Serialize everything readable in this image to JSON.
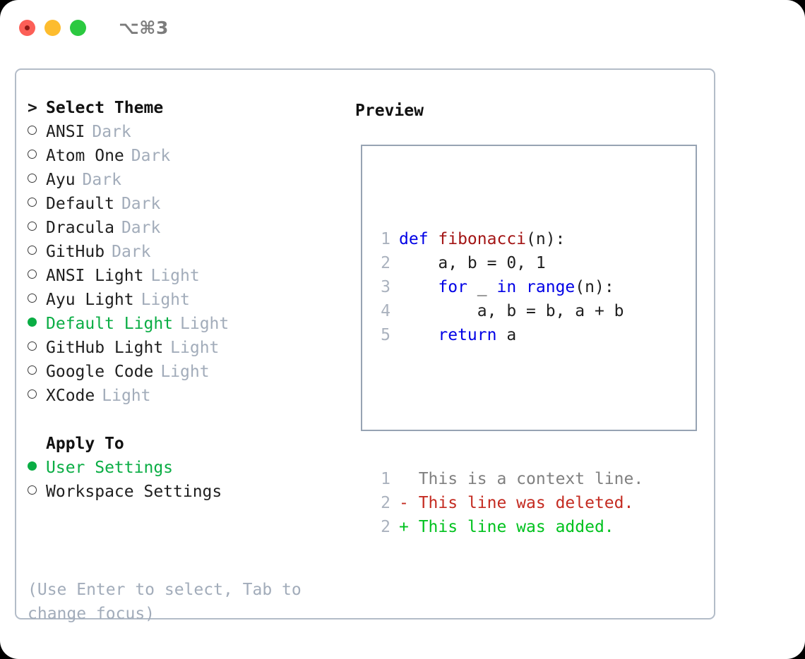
{
  "window": {
    "title": "⌥⌘3",
    "traffic_lights": [
      "close-red",
      "minimize-yellow",
      "zoom-green"
    ]
  },
  "colors": {
    "selected_green": "#0aad44",
    "muted_gray": "#a2acba",
    "border": "#b3bcc8",
    "preview_border": "#97a3b3",
    "keyword_blue": "#0000e6",
    "function_red": "#a31515",
    "diff_deleted": "#c42b21",
    "diff_added": "#00c21e",
    "line_number": "#aab2be"
  },
  "theme_section": {
    "caret": ">",
    "heading": "Select Theme",
    "bullet_selected": "●",
    "bullet_unselected": "○",
    "items": [
      {
        "name": "ANSI",
        "tag": "Dark",
        "selected": false
      },
      {
        "name": "Atom One",
        "tag": "Dark",
        "selected": false
      },
      {
        "name": "Ayu",
        "tag": "Dark",
        "selected": false
      },
      {
        "name": "Default",
        "tag": "Dark",
        "selected": false
      },
      {
        "name": "Dracula",
        "tag": "Dark",
        "selected": false
      },
      {
        "name": "GitHub",
        "tag": "Dark",
        "selected": false
      },
      {
        "name": "ANSI Light",
        "tag": "Light",
        "selected": false
      },
      {
        "name": "Ayu Light",
        "tag": "Light",
        "selected": false
      },
      {
        "name": "Default Light",
        "tag": "Light",
        "selected": true
      },
      {
        "name": "GitHub Light",
        "tag": "Light",
        "selected": false
      },
      {
        "name": "Google Code",
        "tag": "Light",
        "selected": false
      },
      {
        "name": "XCode",
        "tag": "Light",
        "selected": false
      }
    ]
  },
  "apply_section": {
    "heading": "Apply To",
    "items": [
      {
        "name": "User Settings",
        "selected": true
      },
      {
        "name": "Workspace Settings",
        "selected": false
      }
    ]
  },
  "hint": "(Use Enter to select, Tab to change focus)",
  "preview": {
    "title": "Preview",
    "code_lines": [
      {
        "n": "1",
        "parts": [
          {
            "t": "def ",
            "c": "kw"
          },
          {
            "t": "fibonacci",
            "c": "fn"
          },
          {
            "t": "(n):",
            "c": "pl"
          }
        ]
      },
      {
        "n": "2",
        "parts": [
          {
            "t": "    a, b = 0, 1",
            "c": "pl"
          }
        ]
      },
      {
        "n": "3",
        "parts": [
          {
            "t": "    ",
            "c": "pl"
          },
          {
            "t": "for",
            "c": "kw"
          },
          {
            "t": " _ ",
            "c": "pl"
          },
          {
            "t": "in",
            "c": "kw"
          },
          {
            "t": " ",
            "c": "pl"
          },
          {
            "t": "range",
            "c": "kw"
          },
          {
            "t": "(n):",
            "c": "pl"
          }
        ]
      },
      {
        "n": "4",
        "parts": [
          {
            "t": "        a, b = b, a + b",
            "c": "pl"
          }
        ]
      },
      {
        "n": "5",
        "parts": [
          {
            "t": "    ",
            "c": "pl"
          },
          {
            "t": "return",
            "c": "kw"
          },
          {
            "t": " a",
            "c": "pl"
          }
        ]
      }
    ],
    "diff_lines": [
      {
        "n": "1",
        "sign": " ",
        "text": " This is a context line.",
        "kind": "ctx"
      },
      {
        "n": "2",
        "sign": "-",
        "text": " This line was deleted.",
        "kind": "del"
      },
      {
        "n": "2",
        "sign": "+",
        "text": " This line was added.",
        "kind": "add"
      }
    ]
  }
}
